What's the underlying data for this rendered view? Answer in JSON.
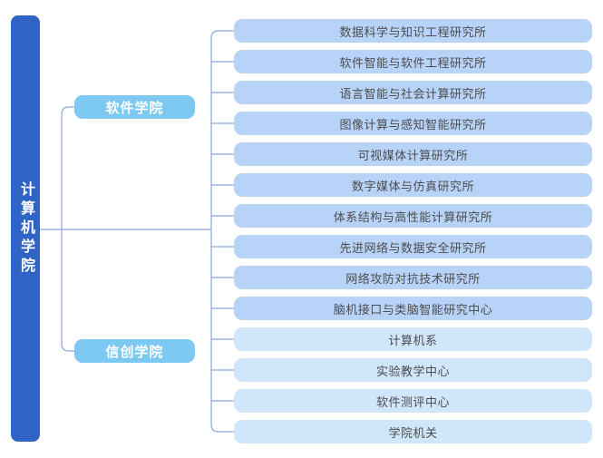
{
  "diagram": {
    "root": {
      "label": "计算机学院"
    },
    "branches": [
      {
        "label": "软件学院"
      },
      {
        "label": "信创学院"
      }
    ],
    "departments": {
      "items": [
        {
          "label": "数据科学与知识工程研究所",
          "tone": "medium"
        },
        {
          "label": "软件智能与软件工程研究所",
          "tone": "medium"
        },
        {
          "label": "语言智能与社会计算研究所",
          "tone": "medium"
        },
        {
          "label": "图像计算与感知智能研究所",
          "tone": "medium"
        },
        {
          "label": "可视媒体计算研究所",
          "tone": "medium"
        },
        {
          "label": "数字媒体与仿真研究所",
          "tone": "medium"
        },
        {
          "label": "体系结构与高性能计算研究所",
          "tone": "medium"
        },
        {
          "label": "先进网络与数据安全研究所",
          "tone": "medium"
        },
        {
          "label": "网络攻防对抗技术研究所",
          "tone": "medium"
        },
        {
          "label": "脑机接口与类脑智能研究中心",
          "tone": "medium"
        },
        {
          "label": "计算机系",
          "tone": "light"
        },
        {
          "label": "实验教学中心",
          "tone": "light"
        },
        {
          "label": "软件测评中心",
          "tone": "light"
        },
        {
          "label": "学院机关",
          "tone": "light"
        }
      ]
    }
  },
  "colors": {
    "canvas_bg": "#ffffff",
    "root_bg": "#2f63c6",
    "root_text": "#ffffff",
    "branch_bg": "#7ec9f2",
    "branch_text": "#ffffff",
    "dept_medium_bg": "#b7d3f8",
    "dept_light_bg": "#cfe6fb",
    "dept_text": "#4d4d4d",
    "line": "#8ba6dc"
  }
}
